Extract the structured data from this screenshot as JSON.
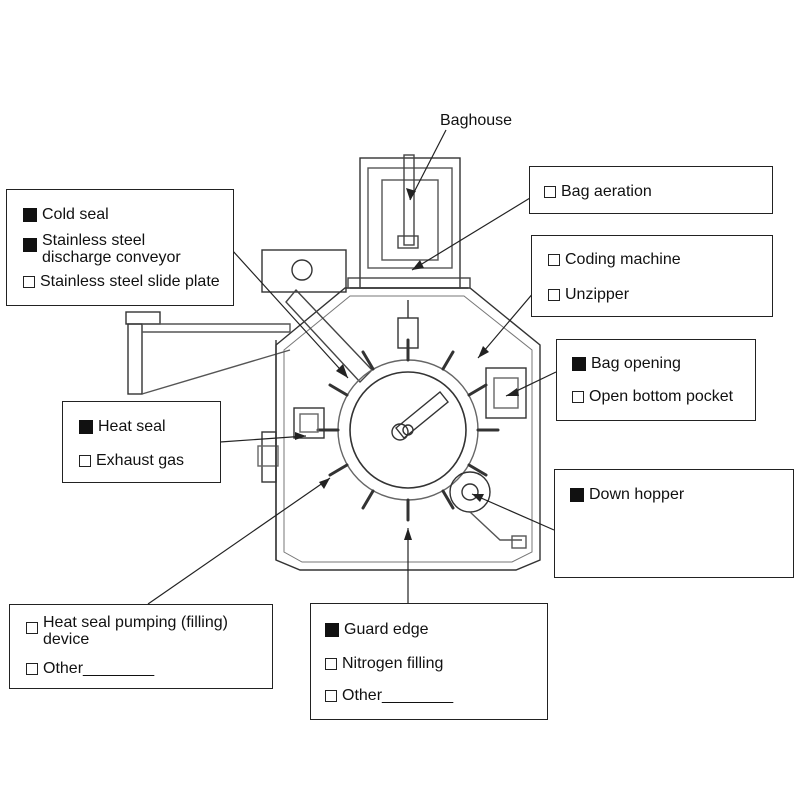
{
  "title_top": "Baghouse",
  "boxes": {
    "left_top": {
      "items": [
        {
          "label": "Cold seal",
          "checked": true
        },
        {
          "label": "Stainless steel discharge conveyor",
          "checked": true
        },
        {
          "label": "Stainless steel slide plate",
          "checked": false
        }
      ]
    },
    "right_1": {
      "items": [
        {
          "label": "Bag aeration",
          "checked": false
        }
      ]
    },
    "right_2": {
      "items": [
        {
          "label": "Coding machine",
          "checked": false
        },
        {
          "label": "Unzipper",
          "checked": false
        }
      ]
    },
    "right_3": {
      "items": [
        {
          "label": "Bag opening",
          "checked": true
        },
        {
          "label": "Open bottom pocket",
          "checked": false
        }
      ]
    },
    "left_mid": {
      "items": [
        {
          "label": "Heat seal",
          "checked": true
        },
        {
          "label": "Exhaust gas",
          "checked": false
        }
      ]
    },
    "right_4": {
      "items": [
        {
          "label": "Down hopper",
          "checked": true
        }
      ]
    },
    "bottom_left": {
      "items": [
        {
          "label": "Heat seal pumping (filling) device",
          "checked": false
        },
        {
          "label": "Other________",
          "checked": false
        }
      ]
    },
    "bottom_center": {
      "items": [
        {
          "label": "Guard edge",
          "checked": true
        },
        {
          "label": "Nitrogen filling",
          "checked": false
        },
        {
          "label": "Other________",
          "checked": false
        }
      ]
    }
  }
}
